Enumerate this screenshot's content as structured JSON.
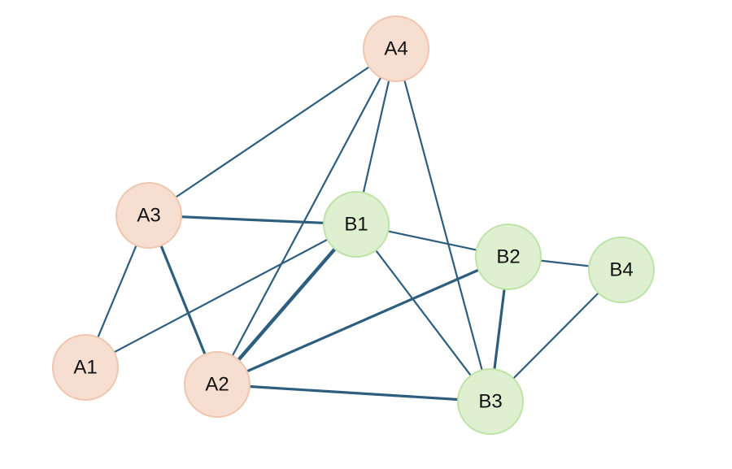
{
  "colors": {
    "edge": "#2e5e7e",
    "group_a_fill": "#f6ded0",
    "group_a_stroke": "#efc6ae",
    "group_b_fill": "#dff0d0",
    "group_b_stroke": "#bfe3a6"
  },
  "nodes": [
    {
      "id": "A1",
      "label": "A1",
      "group": "a"
    },
    {
      "id": "A2",
      "label": "A2",
      "group": "a"
    },
    {
      "id": "A3",
      "label": "A3",
      "group": "a"
    },
    {
      "id": "A4",
      "label": "A4",
      "group": "a"
    },
    {
      "id": "B1",
      "label": "B1",
      "group": "b"
    },
    {
      "id": "B2",
      "label": "B2",
      "group": "b"
    },
    {
      "id": "B3",
      "label": "B3",
      "group": "b"
    },
    {
      "id": "B4",
      "label": "B4",
      "group": "b"
    }
  ],
  "edges": [
    {
      "from": "A3",
      "to": "A4",
      "weight": 1
    },
    {
      "from": "A2",
      "to": "A4",
      "weight": 1
    },
    {
      "from": "B1",
      "to": "A4",
      "weight": 1
    },
    {
      "from": "B3",
      "to": "A4",
      "weight": 1
    },
    {
      "from": "A3",
      "to": "B1",
      "weight": 2
    },
    {
      "from": "A3",
      "to": "A1",
      "weight": 1
    },
    {
      "from": "A3",
      "to": "A2",
      "weight": 2
    },
    {
      "from": "A1",
      "to": "B1",
      "weight": 1
    },
    {
      "from": "B1",
      "to": "A2",
      "weight": 3
    },
    {
      "from": "B1",
      "to": "B2",
      "weight": 1
    },
    {
      "from": "B1",
      "to": "B3",
      "weight": 1
    },
    {
      "from": "A2",
      "to": "B2",
      "weight": 2
    },
    {
      "from": "A2",
      "to": "B3",
      "weight": 2
    },
    {
      "from": "B2",
      "to": "B3",
      "weight": 2
    },
    {
      "from": "B2",
      "to": "B4",
      "weight": 1
    },
    {
      "from": "B4",
      "to": "B3",
      "weight": 1
    }
  ]
}
